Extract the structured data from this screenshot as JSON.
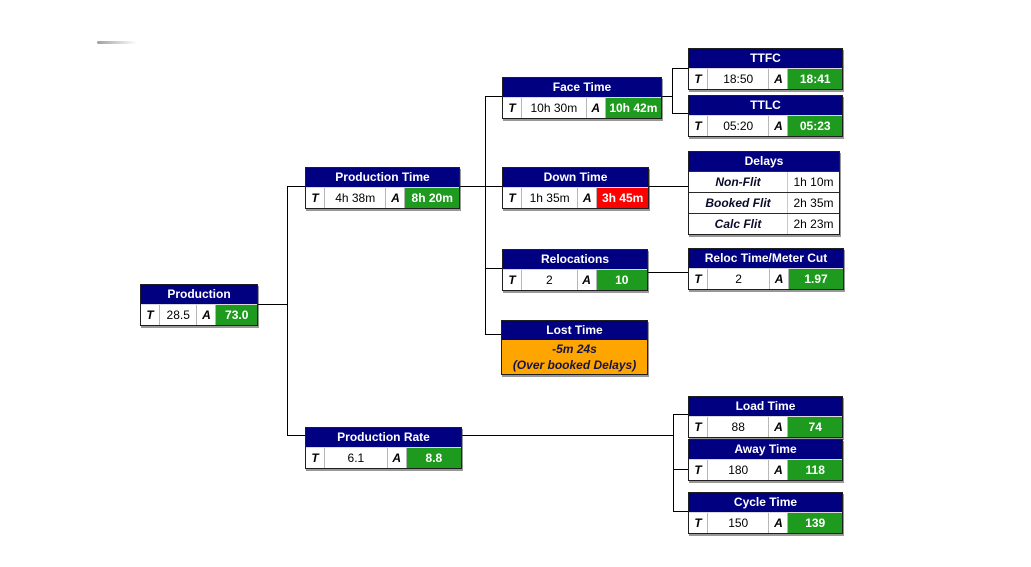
{
  "labels": {
    "target": "T",
    "actual": "A"
  },
  "colors": {
    "canvas_bg": "#ffffff",
    "header_bg": "#000080",
    "header_text": "#ffffff",
    "good_bg": "#1E9A1E",
    "bad_bg": "#FE0000",
    "warn_bg": "#FFA500",
    "value_text": "#000000",
    "status_text": "#ffffff",
    "line_color": "#000000"
  },
  "nodes": {
    "production": {
      "title": "Production",
      "target": "28.5",
      "actual": "73.0",
      "status": "good"
    },
    "production_time": {
      "title": "Production Time",
      "target": "4h 38m",
      "actual": "8h 20m",
      "status": "good"
    },
    "face_time": {
      "title": "Face Time",
      "target": "10h 30m",
      "actual": "10h 42m",
      "status": "good"
    },
    "ttfc": {
      "title": "TTFC",
      "target": "18:50",
      "actual": "18:41",
      "status": "good"
    },
    "ttlc": {
      "title": "TTLC",
      "target": "05:20",
      "actual": "05:23",
      "status": "good"
    },
    "down_time": {
      "title": "Down Time",
      "target": "1h 35m",
      "actual": "3h 45m",
      "status": "bad"
    },
    "delays": {
      "title": "Delays",
      "rows": [
        {
          "label": "Non-Flit",
          "value": "1h 10m"
        },
        {
          "label": "Booked Flit",
          "value": "2h 35m"
        },
        {
          "label": "Calc Flit",
          "value": "2h 23m"
        }
      ]
    },
    "relocations": {
      "title": "Relocations",
      "target": "2",
      "actual": "10",
      "status": "good"
    },
    "reloc_time": {
      "title": "Reloc Time/Meter Cut",
      "target": "2",
      "actual": "1.97",
      "status": "good"
    },
    "lost_time": {
      "title": "Lost Time",
      "line1": "-5m 24s",
      "line2": "(Over booked Delays)"
    },
    "production_rate": {
      "title": "Production Rate",
      "target": "6.1",
      "actual": "8.8",
      "status": "good"
    },
    "load_time": {
      "title": "Load Time",
      "target": "88",
      "actual": "74",
      "status": "good"
    },
    "away_time": {
      "title": "Away Time",
      "target": "180",
      "actual": "118",
      "status": "good"
    },
    "cycle_time": {
      "title": "Cycle Time",
      "target": "150",
      "actual": "139",
      "status": "good"
    }
  }
}
